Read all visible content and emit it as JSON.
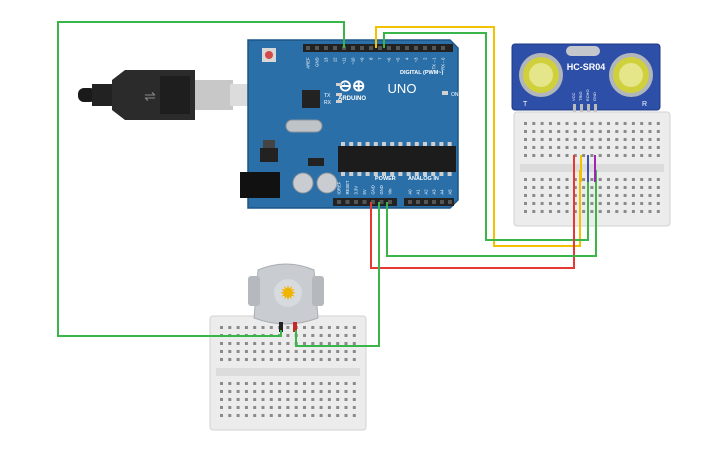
{
  "arduino": {
    "model": "UNO",
    "brand": "ARDUINO",
    "logo_symbol": "⊖⊕",
    "digital_header_label": "DIGITAL (PWM~)",
    "analog_header_label": "ANALOG IN",
    "power_header_label": "POWER",
    "on_label": "ON",
    "tx_label": "TX",
    "rx_label": "RX",
    "l_label": "L",
    "top_pin_labels": [
      "AREF",
      "GND",
      "13",
      "12",
      "~11",
      "~10",
      "~9",
      "8",
      "7",
      "~6",
      "~5",
      "4",
      "~3",
      "2",
      "TX→1",
      "RX←0"
    ],
    "power_pin_labels": [
      "IOREF",
      "RESET",
      "3.3V",
      "5V",
      "GND",
      "GND",
      "Vin"
    ],
    "analog_pin_labels": [
      "A0",
      "A1",
      "A2",
      "A3",
      "A4",
      "A5"
    ]
  },
  "sensor": {
    "name": "HC-SR04",
    "left_mark": "T",
    "right_mark": "R",
    "pin_labels": [
      "VCC",
      "TRIG",
      "ECHO",
      "GND"
    ]
  },
  "colors": {
    "board": "#2a6fa8",
    "board_dark": "#1d5586",
    "wire_green": "#3ab54a",
    "wire_yellow": "#f2c200",
    "wire_red": "#e53935",
    "wire_blue": "#3f51b5",
    "wire_purple": "#9c27b0",
    "breadboard": "#ececec",
    "sensor_board": "#2d4fa8",
    "transducer": "#c9cc3a"
  }
}
